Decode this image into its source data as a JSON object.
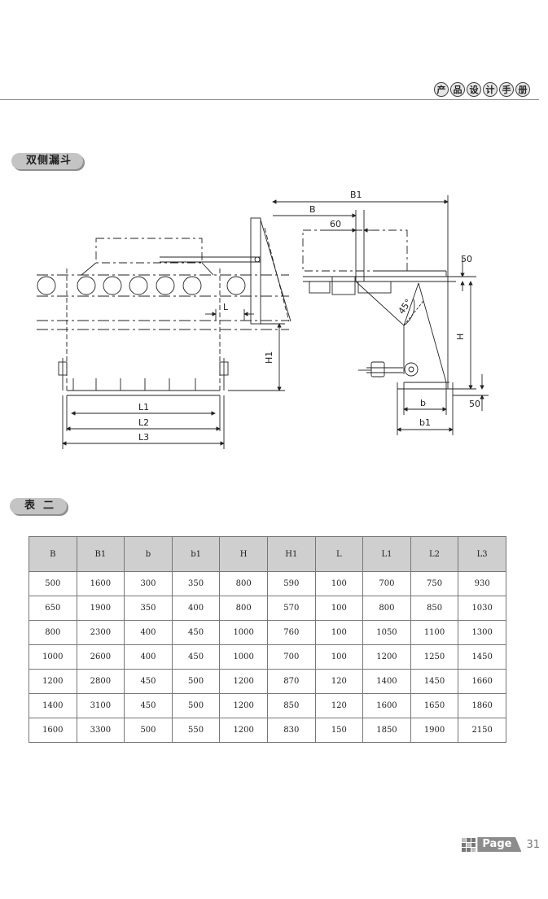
{
  "header": {
    "manual_title": [
      "产",
      "品",
      "设",
      "计",
      "手",
      "册"
    ]
  },
  "section1": {
    "title": "双侧漏斗"
  },
  "drawing": {
    "labels": {
      "B1": "B1",
      "B": "B",
      "d60": "60",
      "d50_top": "50",
      "d50_bottom": "50",
      "angle": "45°",
      "H": "H",
      "b": "b",
      "b1": "b1",
      "H1": "H1",
      "L": "L",
      "L1": "L1",
      "L2": "L2",
      "L3": "L3"
    }
  },
  "section2": {
    "title": "表二"
  },
  "table": {
    "headers": [
      "B",
      "B1",
      "b",
      "b1",
      "H",
      "H1",
      "L",
      "L1",
      "L2",
      "L3"
    ],
    "rows": [
      [
        "500",
        "1600",
        "300",
        "350",
        "800",
        "590",
        "100",
        "700",
        "750",
        "930"
      ],
      [
        "650",
        "1900",
        "350",
        "400",
        "800",
        "570",
        "100",
        "800",
        "850",
        "1030"
      ],
      [
        "800",
        "2300",
        "400",
        "450",
        "1000",
        "760",
        "100",
        "1050",
        "1100",
        "1300"
      ],
      [
        "1000",
        "2600",
        "400",
        "450",
        "1000",
        "700",
        "100",
        "1200",
        "1250",
        "1450"
      ],
      [
        "1200",
        "2800",
        "450",
        "500",
        "1200",
        "870",
        "120",
        "1400",
        "1450",
        "1660"
      ],
      [
        "1400",
        "3100",
        "450",
        "500",
        "1200",
        "850",
        "120",
        "1600",
        "1650",
        "1860"
      ],
      [
        "1600",
        "3300",
        "500",
        "550",
        "1200",
        "830",
        "150",
        "1850",
        "1900",
        "2150"
      ]
    ]
  },
  "footer": {
    "page_label": "Page",
    "page_number": "31"
  }
}
